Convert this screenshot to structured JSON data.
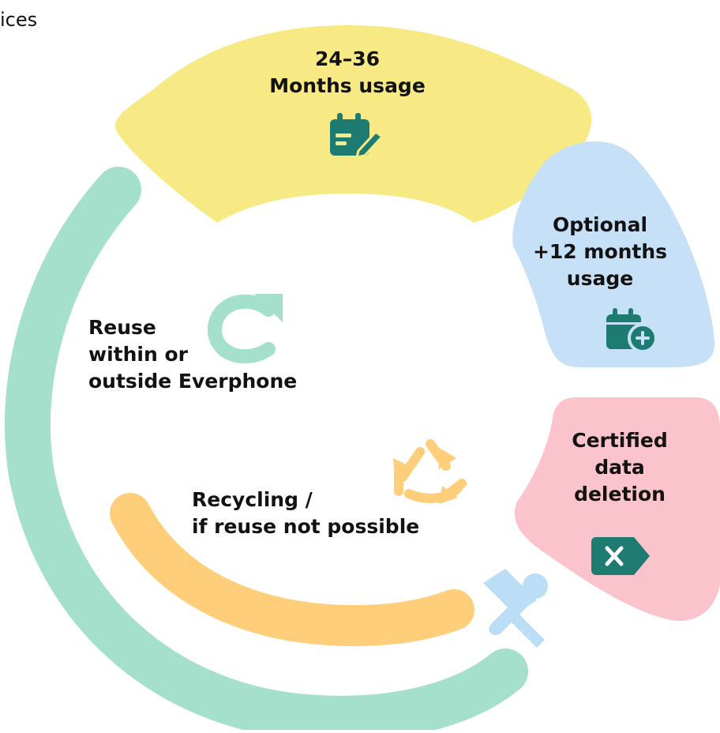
{
  "header": {
    "cut_off_title": "ices"
  },
  "segments": {
    "usage": {
      "line1": "24–36",
      "line2": "Months usage",
      "icon": "calendar-edit-icon",
      "color": "#F7EA85"
    },
    "optional": {
      "line1": "Optional",
      "line2": "+12 months",
      "line3": "usage",
      "icon": "calendar-plus-icon",
      "color": "#C6E1F7"
    },
    "deletion": {
      "line1": "Certified",
      "line2": "data",
      "line3": "deletion",
      "icon": "delete-tag-icon",
      "color": "#FBC4CC"
    },
    "repair": {
      "icon": "tools-icon",
      "color": "#BBDDF5"
    },
    "reuse": {
      "line1": "Reuse",
      "line2": "within or",
      "line3": "outside Everphone",
      "icon": "refresh-icon",
      "color": "#A5E0CD"
    },
    "recycling": {
      "line1": "Recycling /",
      "line2": "if reuse not possible",
      "icon": "recycle-icon",
      "color": "#FFCE7A"
    }
  },
  "icon_accent": "#1E7B72"
}
